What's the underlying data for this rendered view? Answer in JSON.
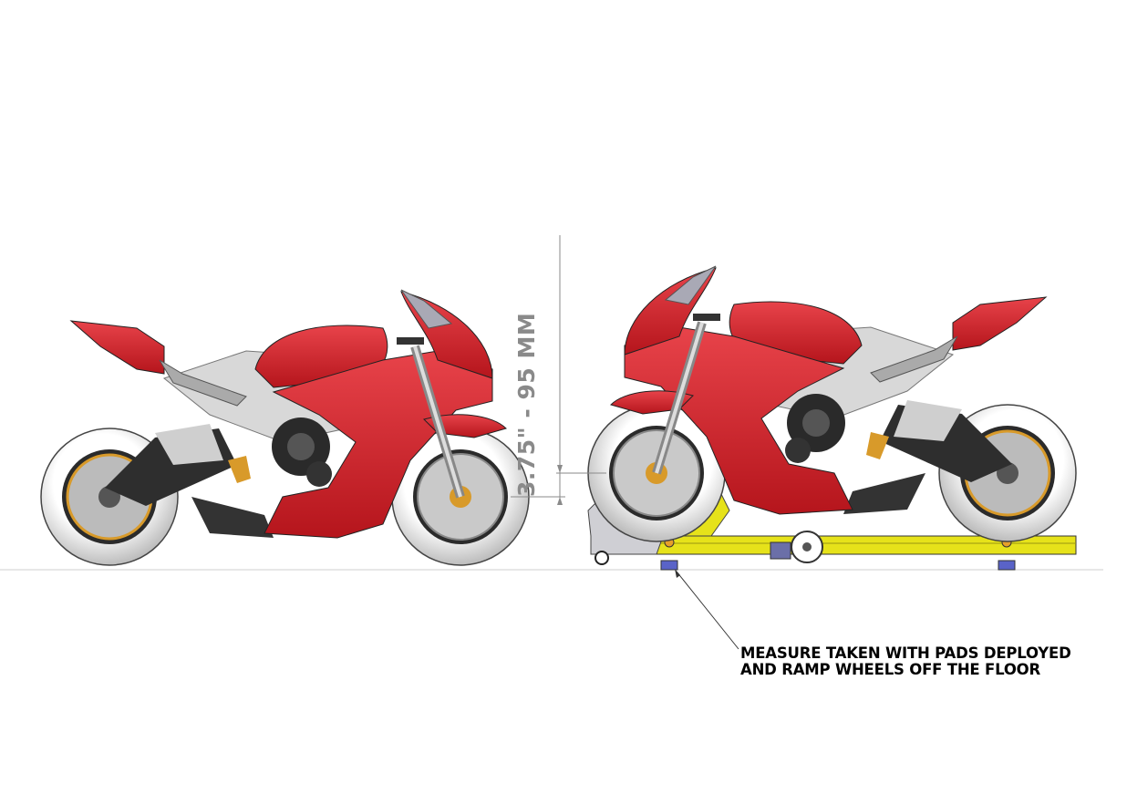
{
  "dimension": {
    "label": "3.75\" - 95 MM"
  },
  "note": {
    "lines": [
      "MEASURE TAKEN WITH PADS DEPLOYED",
      "AND RAMP WHEELS OFF THE FLOOR"
    ]
  },
  "colors": {
    "fairing": "#d42128",
    "ramp": "#e6e21a",
    "tire": "#f2f2f2",
    "dimension": "#8a8a8a"
  }
}
